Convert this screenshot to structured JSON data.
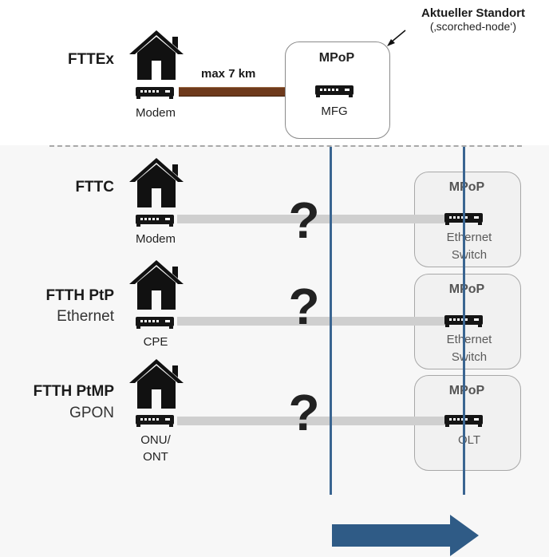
{
  "current_location": {
    "title": "Aktueller Standort",
    "subtitle": "(‚scorched-node‘)"
  },
  "fttex": {
    "label": "FTTEx",
    "cpe": "Modem",
    "cable": "max 7 km",
    "mpop": "MPoP",
    "mpop_device": "MFG"
  },
  "fttc": {
    "label": "FTTC",
    "cpe": "Modem",
    "unknown": "?",
    "mpop": "MPoP",
    "mpop_device_line1": "Ethernet",
    "mpop_device_line2": "Switch"
  },
  "ftth_ptp": {
    "label": "FTTH PtP",
    "sublabel": "Ethernet",
    "cpe": "CPE",
    "unknown": "?",
    "mpop": "MPoP",
    "mpop_device_line1": "Ethernet",
    "mpop_device_line2": "Switch"
  },
  "ftth_ptmp": {
    "label": "FTTH PtMP",
    "sublabel": "GPON",
    "cpe_line1": "ONU/",
    "cpe_line2": "ONT",
    "unknown": "?",
    "mpop": "MPoP",
    "mpop_device": "OLT"
  },
  "colors": {
    "copper_cable": "#6e3a1c",
    "fiber_cable": "#cfcfcf",
    "vertical_lines": "#3a6591",
    "arrow": "#2f5b86"
  },
  "icons": [
    "house-icon",
    "modem-device-icon",
    "arrow-pointer-icon",
    "right-arrow-icon"
  ]
}
